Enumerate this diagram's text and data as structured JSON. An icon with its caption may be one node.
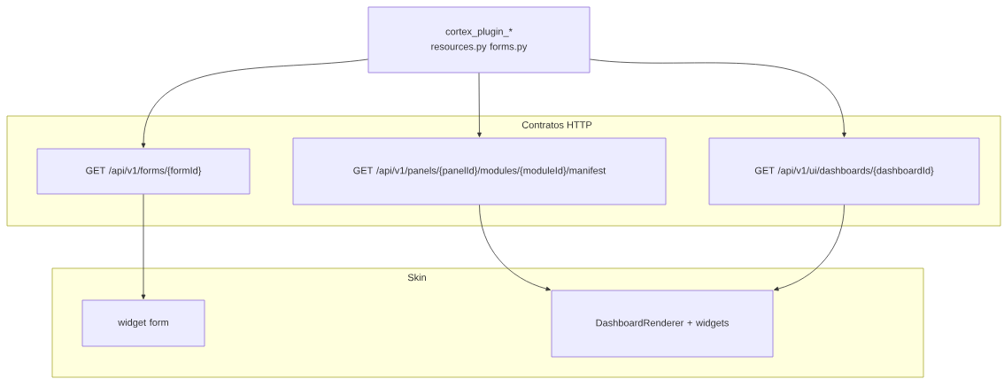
{
  "diagram": {
    "nodes": [
      {
        "text": [
          "cortex_plugin_* resources.py forms.py"
        ]
      },
      {
        "text": [
          "Contratos HTTP"
        ]
      },
      {
        "text": [
          "GET /api/v1/forms/{formId}"
        ],
        "in": 1
      },
      {
        "text": [
          "GET /api/v1/panels/{panelId}/modules/{moduleId}/manifest"
        ],
        "in": 1
      },
      {
        "text": [
          "GET /api/v1/ui/dashboards/{dashboardId}"
        ],
        "in": 1
      },
      {
        "text": [
          "Skin"
        ]
      },
      {
        "text": [
          "widget form"
        ],
        "in": 5
      },
      {
        "text": [
          "DashboardRenderer + widgets"
        ],
        "in": 5
      }
    ],
    "edges": [
      {
        "from": 0,
        "to": 2,
        "arrow": "to"
      },
      {
        "from": 0,
        "to": 3,
        "arrow": "to"
      },
      {
        "from": 0,
        "to": 4,
        "arrow": "to"
      },
      {
        "from": 2,
        "to": 6,
        "arrow": "to"
      },
      {
        "from": 3,
        "to": 7,
        "arrow": "to"
      },
      {
        "from": 4,
        "to": 7,
        "arrow": "to"
      }
    ]
  }
}
